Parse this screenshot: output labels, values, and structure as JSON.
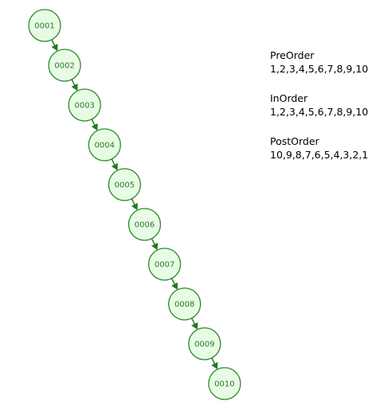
{
  "tree": {
    "nodes": [
      "0001",
      "0002",
      "0003",
      "0004",
      "0005",
      "0006",
      "0007",
      "0008",
      "0009",
      "0010"
    ]
  },
  "traversals": {
    "preorder": {
      "title": "PreOrder",
      "sequence": "1,2,3,4,5,6,7,8,9,10"
    },
    "inorder": {
      "title": "InOrder",
      "sequence": "1,2,3,4,5,6,7,8,9,10"
    },
    "postorder": {
      "title": "PostOrder",
      "sequence": "10,9,8,7,6,5,4,3,2,1"
    }
  },
  "colors": {
    "node_fill": "#e8fbe4",
    "node_stroke": "#2e8b2e",
    "edge": "#1f7a1f"
  }
}
